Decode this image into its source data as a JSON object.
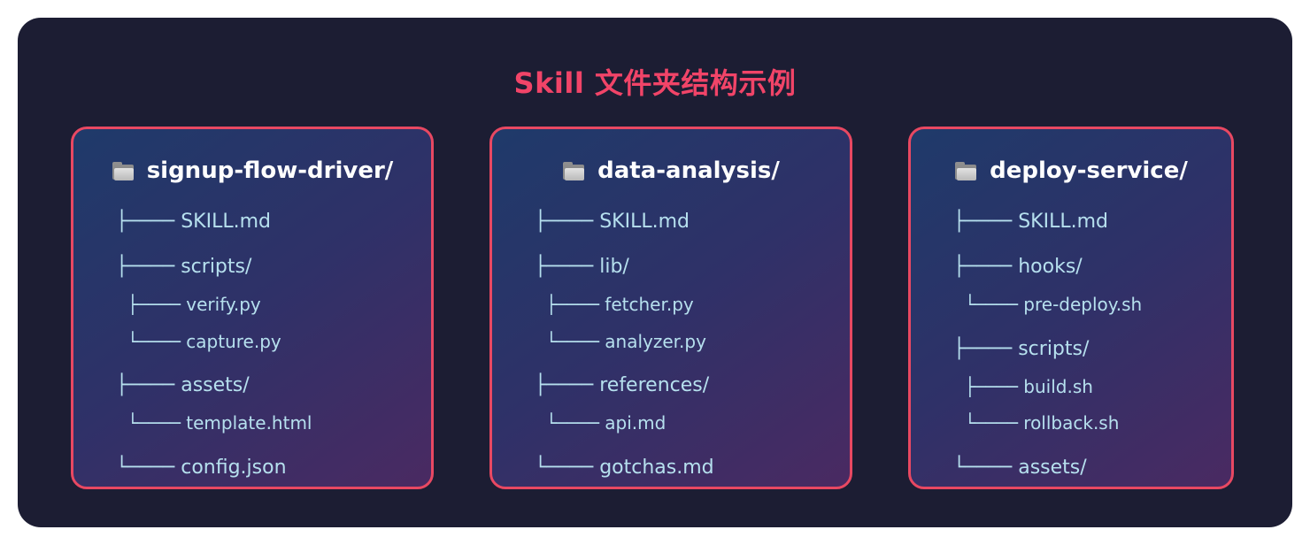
{
  "title": "Skill 文件夹结构示例",
  "folder_icon": "folder-icon",
  "colors": {
    "background": "#1c1d33",
    "title": "#f14468",
    "card_border": "#e84862",
    "tree_text": "#b6e0ee",
    "card_title": "#ffffff"
  },
  "cards": [
    {
      "name": "signup-flow-driver/",
      "rows": [
        {
          "connector": "├──── ",
          "label": "SKILL.md"
        },
        {
          "connector": "├──── ",
          "label": "scripts/"
        },
        {
          "connector": "  ├──── ",
          "label": "verify.py"
        },
        {
          "connector": "  └──── ",
          "label": "capture.py"
        },
        {
          "connector": "├──── ",
          "label": "assets/"
        },
        {
          "connector": "  └──── ",
          "label": "template.html"
        },
        {
          "connector": "└──── ",
          "label": "config.json"
        }
      ]
    },
    {
      "name": "data-analysis/",
      "rows": [
        {
          "connector": "├──── ",
          "label": "SKILL.md"
        },
        {
          "connector": "├──── ",
          "label": "lib/"
        },
        {
          "connector": "  ├──── ",
          "label": "fetcher.py"
        },
        {
          "connector": "  └──── ",
          "label": "analyzer.py"
        },
        {
          "connector": "├──── ",
          "label": "references/"
        },
        {
          "connector": "  └──── ",
          "label": "api.md"
        },
        {
          "connector": "└──── ",
          "label": "gotchas.md"
        }
      ]
    },
    {
      "name": "deploy-service/",
      "rows": [
        {
          "connector": "├──── ",
          "label": "SKILL.md"
        },
        {
          "connector": "├──── ",
          "label": "hooks/"
        },
        {
          "connector": "  └──── ",
          "label": "pre-deploy.sh"
        },
        {
          "connector": "├──── ",
          "label": "scripts/"
        },
        {
          "connector": "  ├──── ",
          "label": "build.sh"
        },
        {
          "connector": "  └──── ",
          "label": "rollback.sh"
        },
        {
          "connector": "└──── ",
          "label": "assets/"
        }
      ]
    }
  ]
}
